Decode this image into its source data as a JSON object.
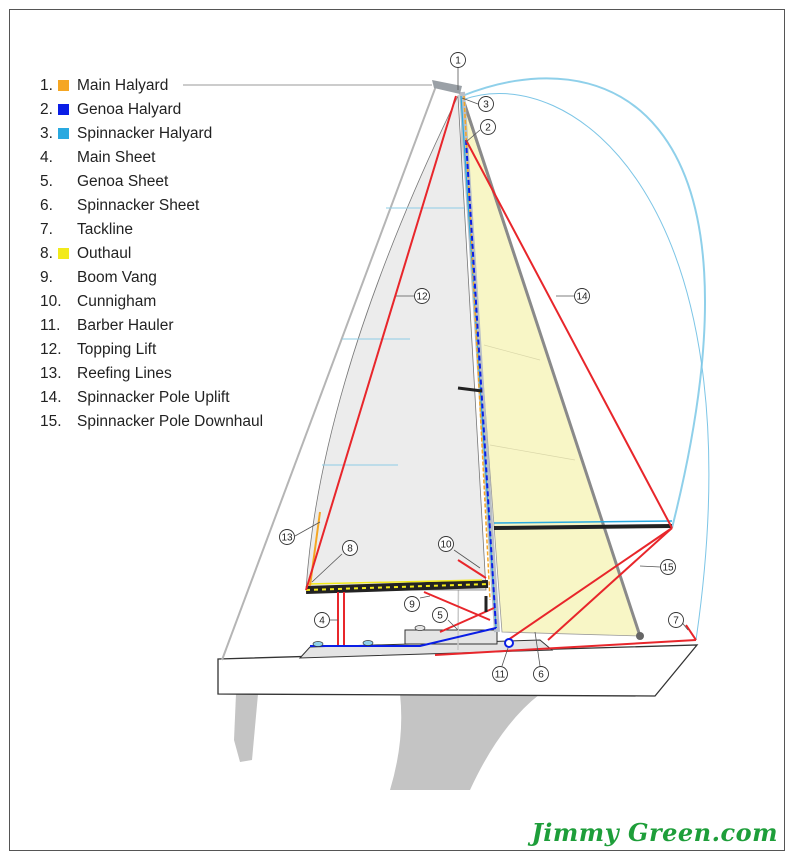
{
  "legend": [
    {
      "num": "1.",
      "label": "Main Halyard",
      "swatch": "#f5a623"
    },
    {
      "num": "2.",
      "label": "Genoa Halyard",
      "swatch": "#0a1ee6"
    },
    {
      "num": "3.",
      "label": "Spinnacker Halyard",
      "swatch": "#29a9e0"
    },
    {
      "num": "4.",
      "label": "Main Sheet",
      "swatch": ""
    },
    {
      "num": "5.",
      "label": "Genoa Sheet",
      "swatch": ""
    },
    {
      "num": "6.",
      "label": "Spinnacker Sheet",
      "swatch": ""
    },
    {
      "num": "7.",
      "label": "Tackline",
      "swatch": ""
    },
    {
      "num": "8.",
      "label": "Outhaul",
      "swatch": "#f2ea1a"
    },
    {
      "num": "9.",
      "label": "Boom Vang",
      "swatch": ""
    },
    {
      "num": "10.",
      "label": "Cunnigham",
      "swatch": ""
    },
    {
      "num": "11.",
      "label": "Barber Hauler",
      "swatch": ""
    },
    {
      "num": "12.",
      "label": "Topping Lift",
      "swatch": ""
    },
    {
      "num": "13.",
      "label": "Reefing Lines",
      "swatch": ""
    },
    {
      "num": "14.",
      "label": "Spinnacker Pole Uplift",
      "swatch": ""
    },
    {
      "num": "15.",
      "label": "Spinnacker Pole Downhaul",
      "swatch": ""
    }
  ],
  "callouts": [
    "1",
    "2",
    "3",
    "4",
    "5",
    "6",
    "7",
    "8",
    "9",
    "10",
    "11",
    "12",
    "13",
    "14",
    "15"
  ],
  "brand": "Jimmy Green.com",
  "colors": {
    "rope_red": "#e8262b",
    "main_halyard": "#f5a623",
    "genoa_halyard": "#0a1ee6",
    "spinnaker_halyard": "#8fd0ea",
    "outhaul": "#f2ea1a",
    "mainsail": "#ececec",
    "genoa": "#f8f6c6",
    "hull": "#ffffff",
    "keel": "#c4c4c4",
    "brand": "#1e9e3a"
  }
}
